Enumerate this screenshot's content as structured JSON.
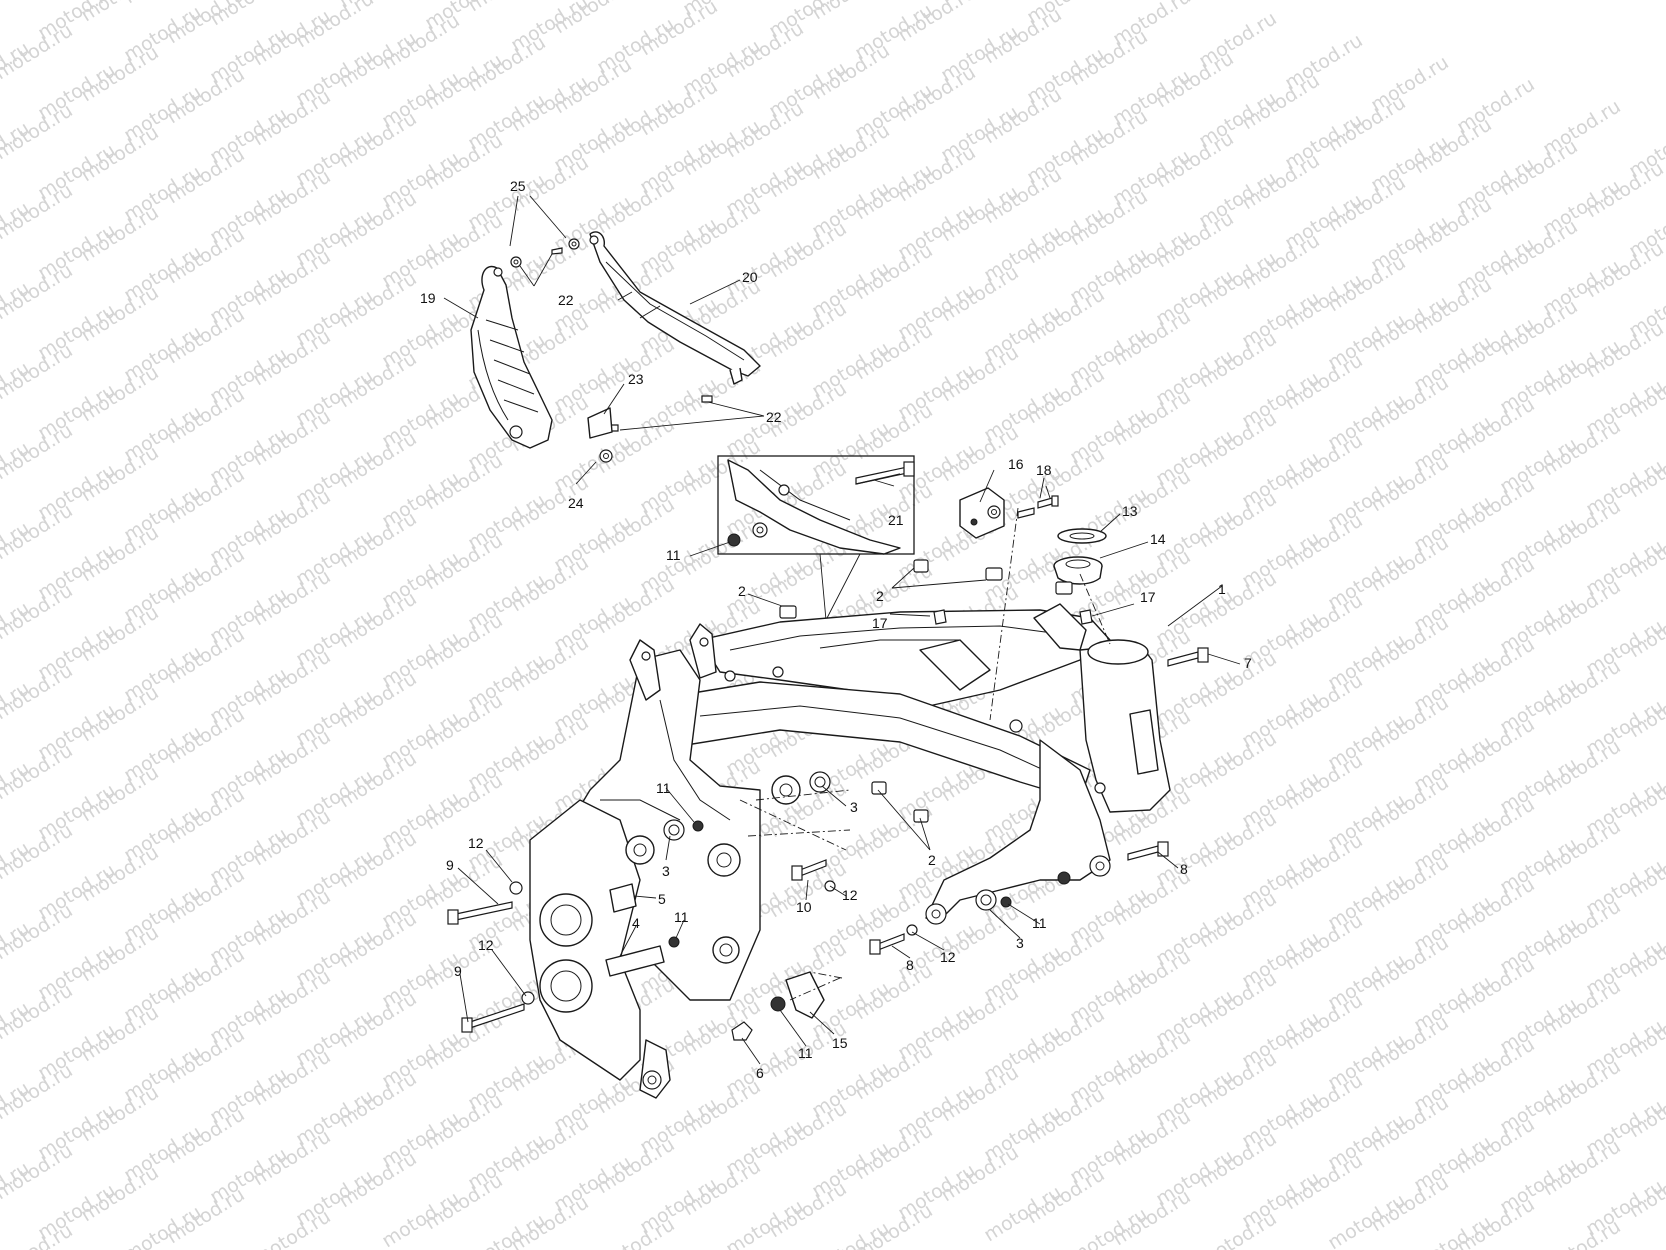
{
  "watermark": {
    "text": "motod.ru",
    "color": "#d4d4d4"
  },
  "callouts": [
    {
      "id": "c25",
      "label": "25"
    },
    {
      "id": "c20",
      "label": "20"
    },
    {
      "id": "c19",
      "label": "19"
    },
    {
      "id": "c22a",
      "label": "22"
    },
    {
      "id": "c23",
      "label": "23"
    },
    {
      "id": "c22b",
      "label": "22"
    },
    {
      "id": "c24",
      "label": "24"
    },
    {
      "id": "c16",
      "label": "16"
    },
    {
      "id": "c18",
      "label": "18"
    },
    {
      "id": "c21",
      "label": "21"
    },
    {
      "id": "c13",
      "label": "13"
    },
    {
      "id": "c14",
      "label": "14"
    },
    {
      "id": "c11a",
      "label": "11"
    },
    {
      "id": "c2a",
      "label": "2"
    },
    {
      "id": "c2b",
      "label": "2"
    },
    {
      "id": "c1",
      "label": "1"
    },
    {
      "id": "c17a",
      "label": "17"
    },
    {
      "id": "c17b",
      "label": "17"
    },
    {
      "id": "c7",
      "label": "7"
    },
    {
      "id": "c11b",
      "label": "11"
    },
    {
      "id": "c3a",
      "label": "3"
    },
    {
      "id": "c3b",
      "label": "3"
    },
    {
      "id": "c2c",
      "label": "2"
    },
    {
      "id": "c12a",
      "label": "12"
    },
    {
      "id": "c9a",
      "label": "9"
    },
    {
      "id": "c5",
      "label": "5"
    },
    {
      "id": "c10",
      "label": "10"
    },
    {
      "id": "c12b",
      "label": "12"
    },
    {
      "id": "c8a",
      "label": "8"
    },
    {
      "id": "c11c",
      "label": "11"
    },
    {
      "id": "c4",
      "label": "4"
    },
    {
      "id": "c11d",
      "label": "11"
    },
    {
      "id": "c3c",
      "label": "3"
    },
    {
      "id": "c12c",
      "label": "12"
    },
    {
      "id": "c8b",
      "label": "8"
    },
    {
      "id": "c12d",
      "label": "12"
    },
    {
      "id": "c9b",
      "label": "9"
    },
    {
      "id": "c11e",
      "label": "11"
    },
    {
      "id": "c15",
      "label": "15"
    },
    {
      "id": "c6",
      "label": "6"
    }
  ]
}
